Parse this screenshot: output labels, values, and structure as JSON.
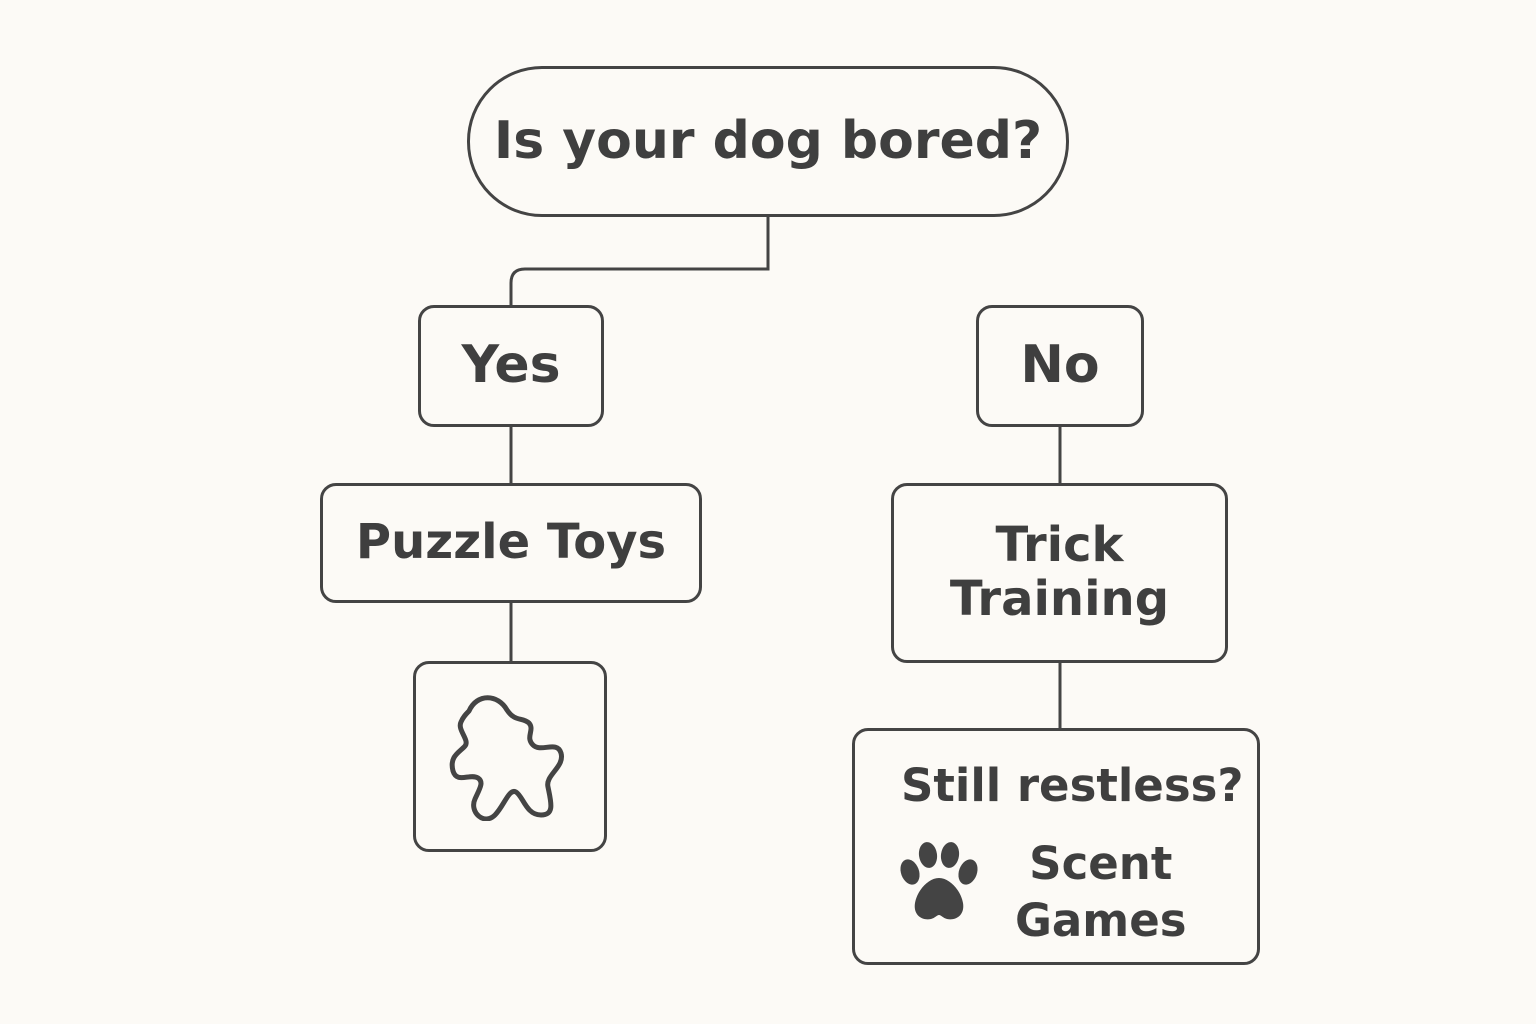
{
  "flowchart": {
    "question": "Is your dog bored?",
    "yes_label": "Yes",
    "no_label": "No",
    "yes_action": "Puzzle Toys",
    "no_action": "Trick\nTraining",
    "follow_up": {
      "title": "Still restless?",
      "suggestion": "Scent\nGames"
    }
  },
  "icons": {
    "puzzle": "puzzle-piece-icon",
    "paw": "paw-print-icon"
  },
  "colors": {
    "background": "#fcfaf6",
    "stroke": "#444444",
    "text": "#3f3f3f"
  }
}
